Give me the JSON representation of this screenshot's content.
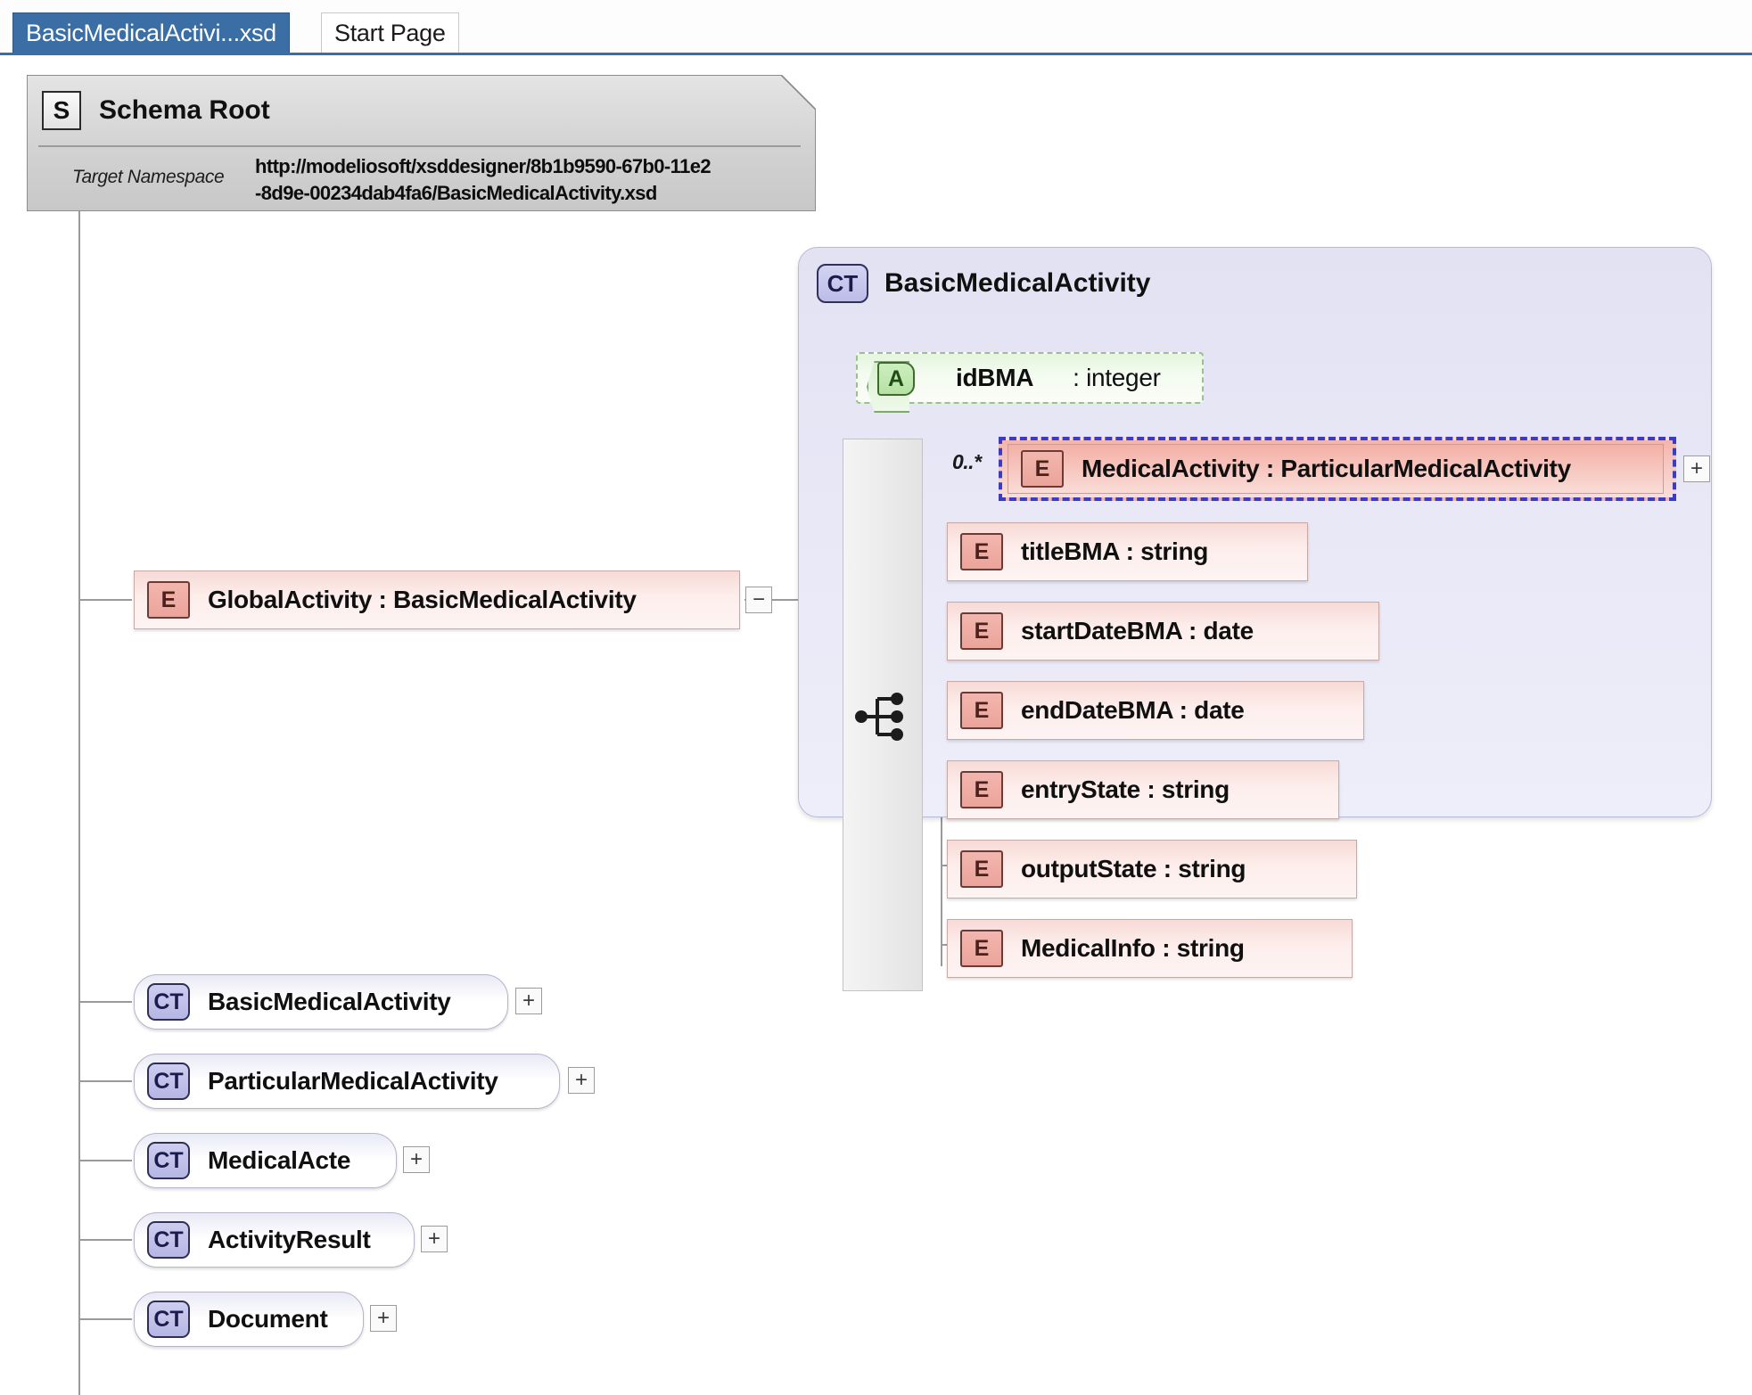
{
  "window": {
    "tabs": [
      {
        "label": "BasicMedicalActivi...xsd",
        "active": true
      },
      {
        "label": "Start Page",
        "active": false
      }
    ]
  },
  "schema_root": {
    "badge": "S",
    "title": "Schema Root",
    "property_label": "Target Namespace",
    "property_value_line1": "http://modeliosoft/xsddesigner/8b1b9590-67b0-11e2",
    "property_value_line2": "-8d9e-00234dab4fa6/BasicMedicalActivity.xsd"
  },
  "global_element": {
    "badge": "E",
    "label": "GlobalActivity  : BasicMedicalActivity",
    "collapse_glyph": "−"
  },
  "complex_type_panel": {
    "badge": "CT",
    "title": "BasicMedicalActivity",
    "attribute": {
      "badge": "A",
      "label": "idBMA",
      "type": ": integer"
    },
    "selected_element": {
      "badge": "E",
      "label": "MedicalActivity  : ParticularMedicalActivity",
      "cardinality": "0..*",
      "expand_glyph": "+"
    },
    "elements": [
      {
        "badge": "E",
        "label": "titleBMA  : string"
      },
      {
        "badge": "E",
        "label": "startDateBMA : date"
      },
      {
        "badge": "E",
        "label": "endDateBMA : date"
      },
      {
        "badge": "E",
        "label": "entryState  : string"
      },
      {
        "badge": "E",
        "label": "outputState  : string"
      },
      {
        "badge": "E",
        "label": "MedicalInfo : string"
      }
    ]
  },
  "global_complex_types": [
    {
      "badge": "CT",
      "label": "BasicMedicalActivity",
      "expand_glyph": "+"
    },
    {
      "badge": "CT",
      "label": "ParticularMedicalActivity",
      "expand_glyph": "+"
    },
    {
      "badge": "CT",
      "label": "MedicalActe",
      "expand_glyph": "+"
    },
    {
      "badge": "CT",
      "label": "ActivityResult",
      "expand_glyph": "+"
    },
    {
      "badge": "CT",
      "label": "Document",
      "expand_glyph": "+"
    }
  ],
  "colors": {
    "tab_active_bg": "#3a6ea5",
    "selection_border": "#3b3bc4",
    "element_fill": "#f7dad6",
    "attribute_fill": "#e4f5dd",
    "complex_type_fill": "#e9e9f6",
    "panel_fill": "#e2e2f3"
  }
}
